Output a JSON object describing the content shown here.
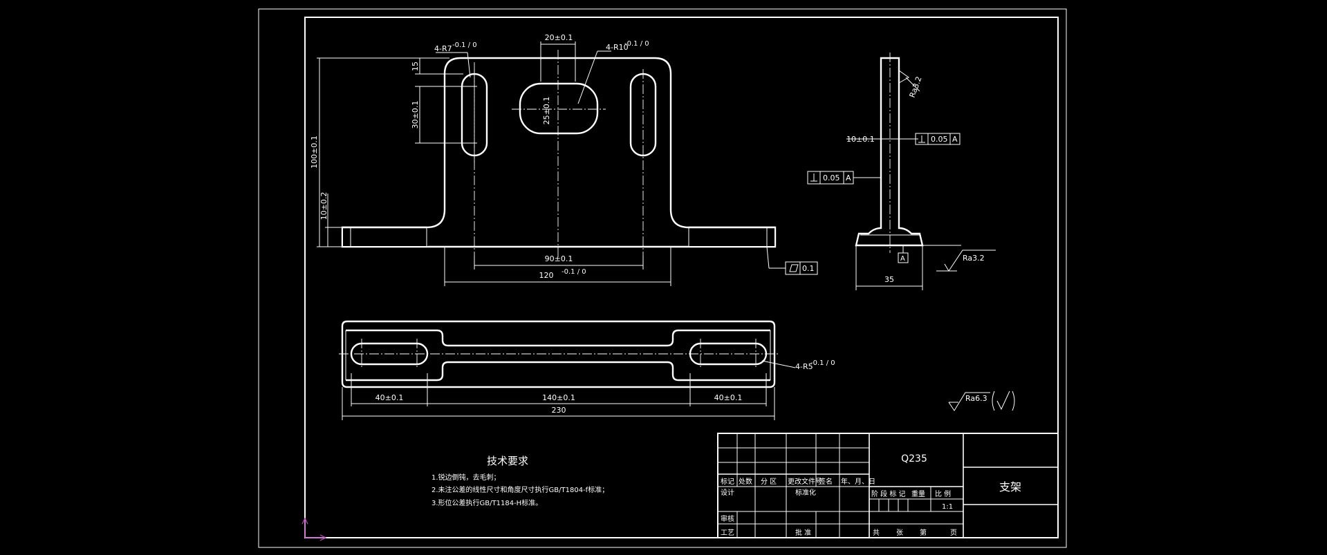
{
  "part_name": "支架",
  "material": "Q235",
  "tech_requirements": {
    "heading": "技术要求",
    "items": [
      "1.锐边倒钝，去毛刺；",
      "2.未注公差的线性尺寸和角度尺寸执行GB/T1804-f标准；",
      "3.形位公差执行GB/T1184-H标准。"
    ]
  },
  "dimensions": {
    "slot_width_top": "20±0.1",
    "slot_height": "25±0.1",
    "r_small": "4-R7",
    "r_small_tol": "-0.1 / 0",
    "r_big": "4-R10",
    "r_big_tol": "-0.1 / 0",
    "top_15": "15",
    "slot_30": "30±0.1",
    "height_100": "100±0.1",
    "base_10": "10±0.2",
    "width_90": "90±0.1",
    "width_120": "120",
    "width_120_tol": "-0.1 / 0",
    "side_10": "10±0.1",
    "side_35": "35",
    "plan_40_left": "40±0.1",
    "plan_140": "140±0.1",
    "plan_40_right": "40±0.1",
    "plan_230": "230",
    "plan_r": "4-R5",
    "plan_r_tol": "-0.1 / 0"
  },
  "tolerances": {
    "perp_top": "0.05",
    "perp_top_datum": "A",
    "perp_left": "0.05",
    "perp_left_datum": "A",
    "flatness": "0.1",
    "datum": "A"
  },
  "roughness": {
    "side_top": "Ra3.2",
    "side_bottom": "Ra3.2",
    "general": "Ra6.3"
  },
  "title_block": {
    "labels_row": [
      "标记",
      "处数",
      "分 区",
      "更改文件号",
      "签名",
      "年、月、日"
    ],
    "design": "设计",
    "standardize": "标准化",
    "review": "审核",
    "process": "工艺",
    "approve": "批 准",
    "stage_labels": [
      "阶 段 标 记",
      "重量",
      "比 例"
    ],
    "scale": "1:1",
    "sheet_labels": [
      "共",
      "张",
      "第",
      "页"
    ]
  }
}
